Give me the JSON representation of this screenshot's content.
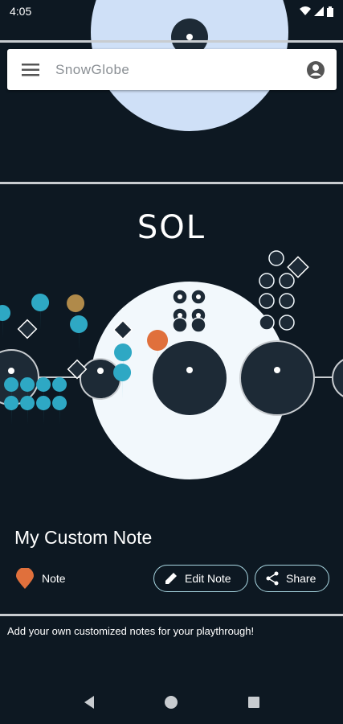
{
  "status_bar": {
    "time": "4:05"
  },
  "search": {
    "placeholder": "SnowGlobe"
  },
  "map": {
    "system_name": "SOL"
  },
  "note": {
    "title": "My Custom Note",
    "type_label": "Note",
    "edit_label": "Edit Note",
    "share_label": "Share",
    "description": "Add your own customized notes for your playthrough!"
  },
  "colors": {
    "background": "#0d1822",
    "accent": "#a9d7e2",
    "note_marker": "#e0703c",
    "poi_marker": "#2ea8c4",
    "quest_marker": "#b08a4a"
  }
}
